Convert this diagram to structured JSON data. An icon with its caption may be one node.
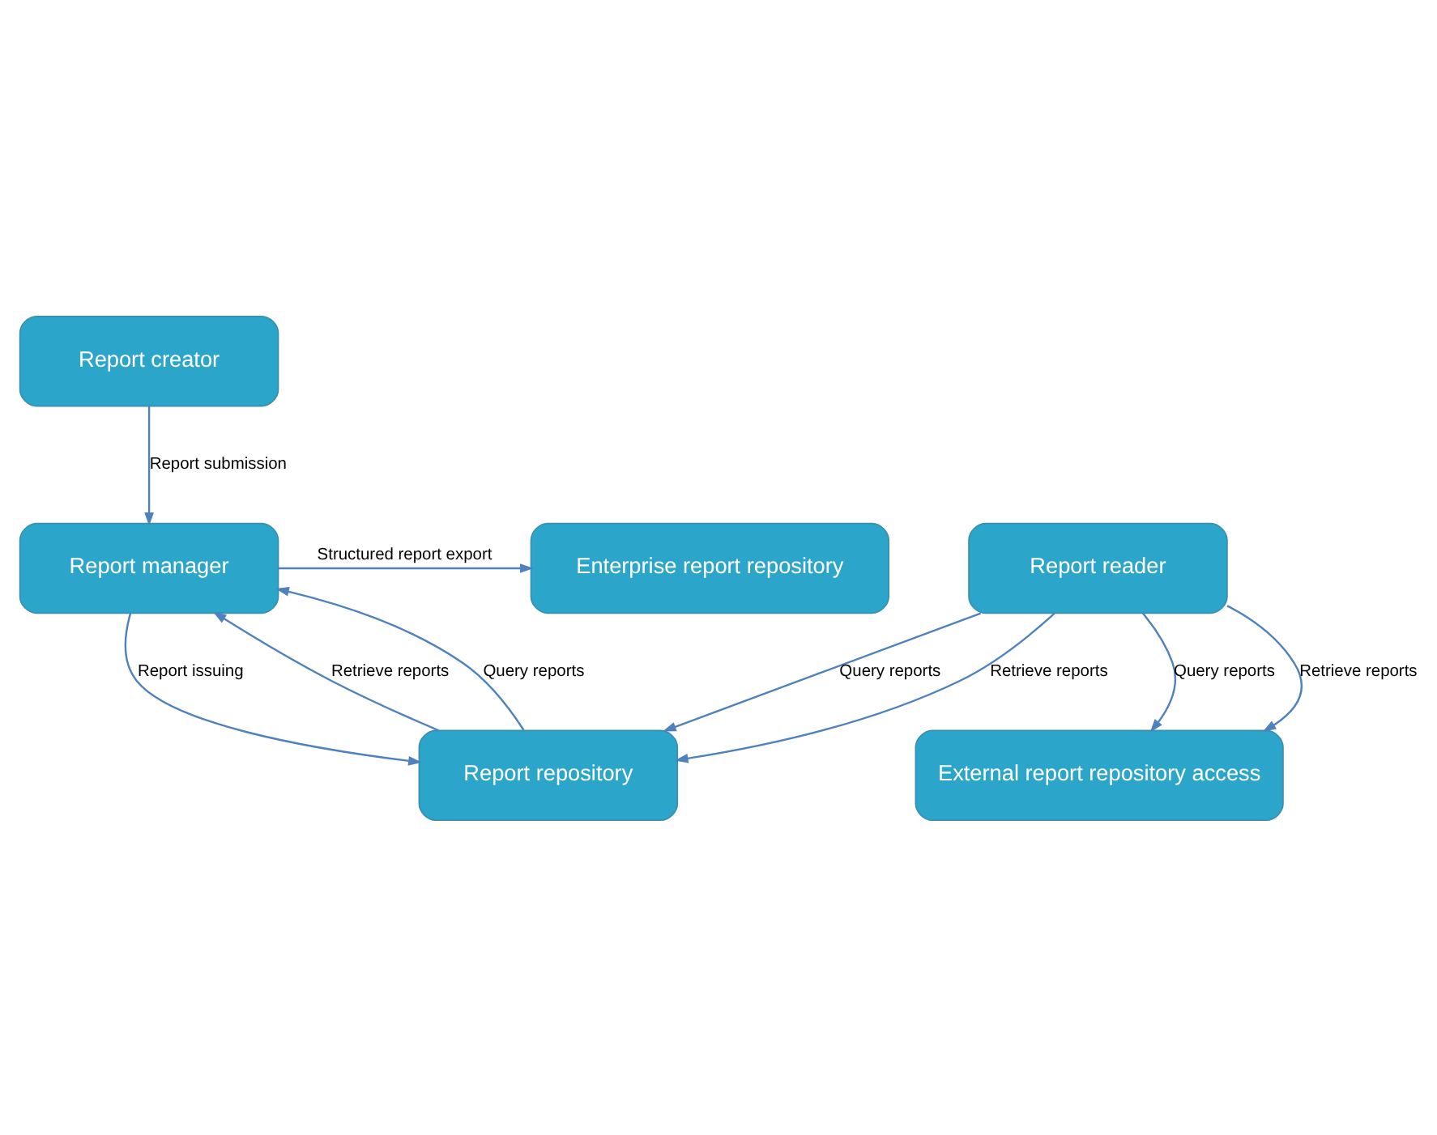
{
  "diagram": {
    "nodes": [
      {
        "text": [
          "Report creator"
        ]
      },
      {
        "text": [
          "Report manager"
        ]
      },
      {
        "text": [
          "Enterprise report repository"
        ]
      },
      {
        "text": [
          "Report repository"
        ]
      },
      {
        "text": [
          "External report repository access"
        ]
      },
      {
        "text": [
          "Report reader"
        ]
      }
    ],
    "edges": [
      {
        "from": 0,
        "to": 1,
        "arrow": "to",
        "label": "Report submission"
      },
      {
        "from": 1,
        "to": 2,
        "arrow": "to",
        "label": "Structured report export"
      },
      {
        "from": 1,
        "to": 3,
        "arrow": "to",
        "label": "Report issuing"
      },
      {
        "from": 3,
        "to": 1,
        "arrow": "to",
        "label": "Retrieve reports"
      },
      {
        "from": 3,
        "to": 1,
        "arrow": "to",
        "label": "Query reports"
      },
      {
        "from": 5,
        "to": 3,
        "arrow": "to",
        "label": "Query reports"
      },
      {
        "from": 5,
        "to": 3,
        "arrow": "to",
        "label": "Retrieve reports"
      },
      {
        "from": 5,
        "to": 4,
        "arrow": "to",
        "label": "Query reports"
      },
      {
        "from": 5,
        "to": 4,
        "arrow": "to",
        "label": "Retrieve reports"
      }
    ]
  }
}
